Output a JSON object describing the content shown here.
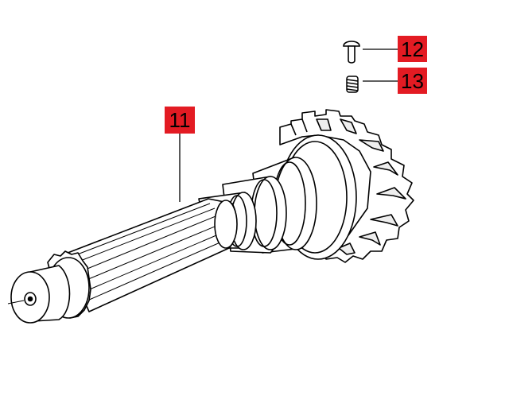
{
  "colors": {
    "callout_bg": "#e31b23",
    "line": "#000000",
    "background": "#ffffff",
    "shade": "#eeeeee"
  },
  "callouts": [
    {
      "label": "11",
      "part": "input-shaft"
    },
    {
      "label": "12",
      "part": "screw"
    },
    {
      "label": "13",
      "part": "spring"
    }
  ]
}
